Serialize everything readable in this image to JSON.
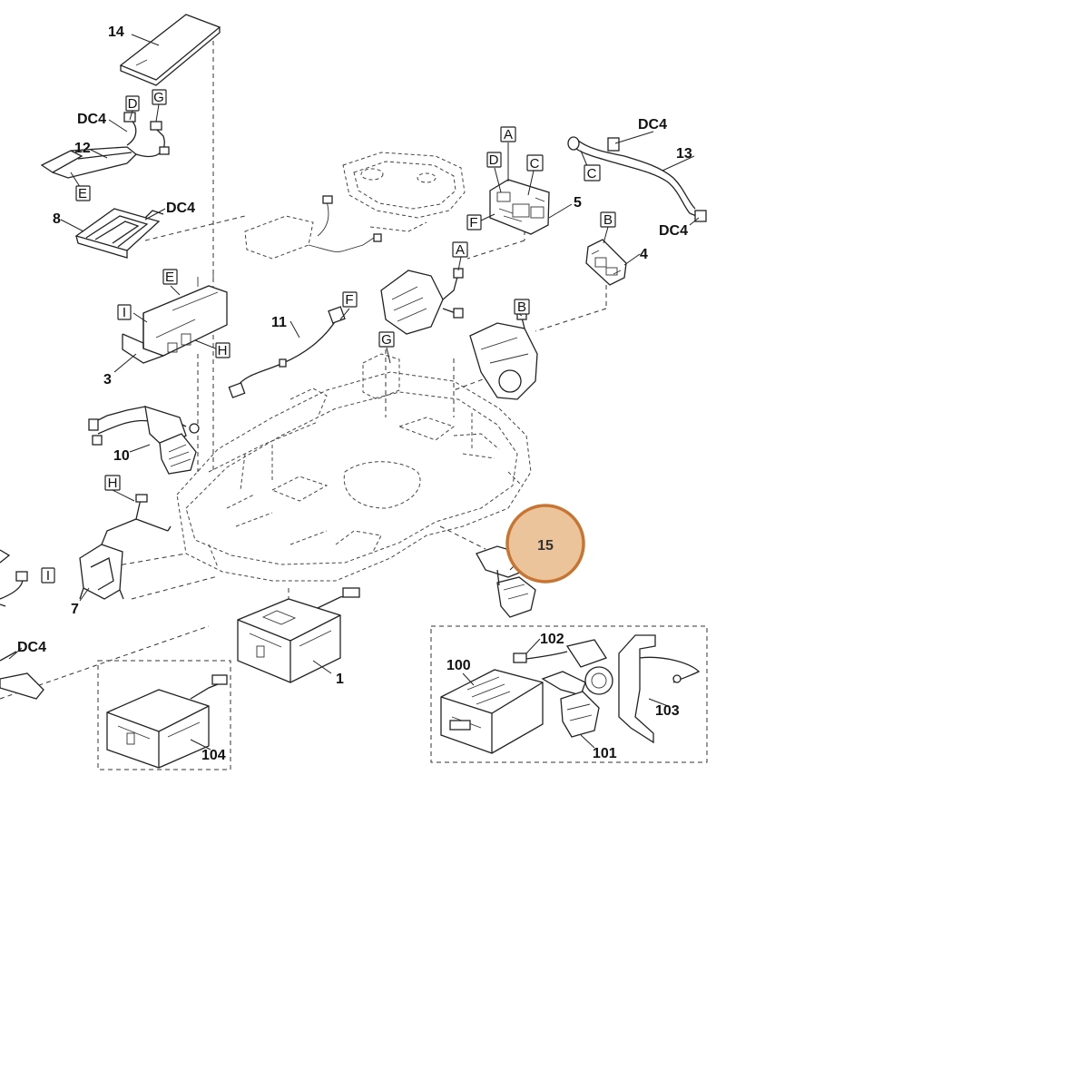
{
  "part_numbers": {
    "p1": "1",
    "p3": "3",
    "p4": "4",
    "p5": "5",
    "p7": "7",
    "p8": "8",
    "p10": "10",
    "p11": "11",
    "p12": "12",
    "p13": "13",
    "p14": "14",
    "p15": "15",
    "p100": "100",
    "p101": "101",
    "p102": "102",
    "p103": "103",
    "p104": "104"
  },
  "connector_labels": {
    "a": "A",
    "b": "B",
    "c": "C",
    "d": "D",
    "e": "E",
    "f": "F",
    "g": "G",
    "h": "H",
    "i": "I",
    "dc4": "DC4"
  },
  "highlight": {
    "part": "15",
    "fill_color": "#ecc49c",
    "stroke_color": "#c87532"
  }
}
